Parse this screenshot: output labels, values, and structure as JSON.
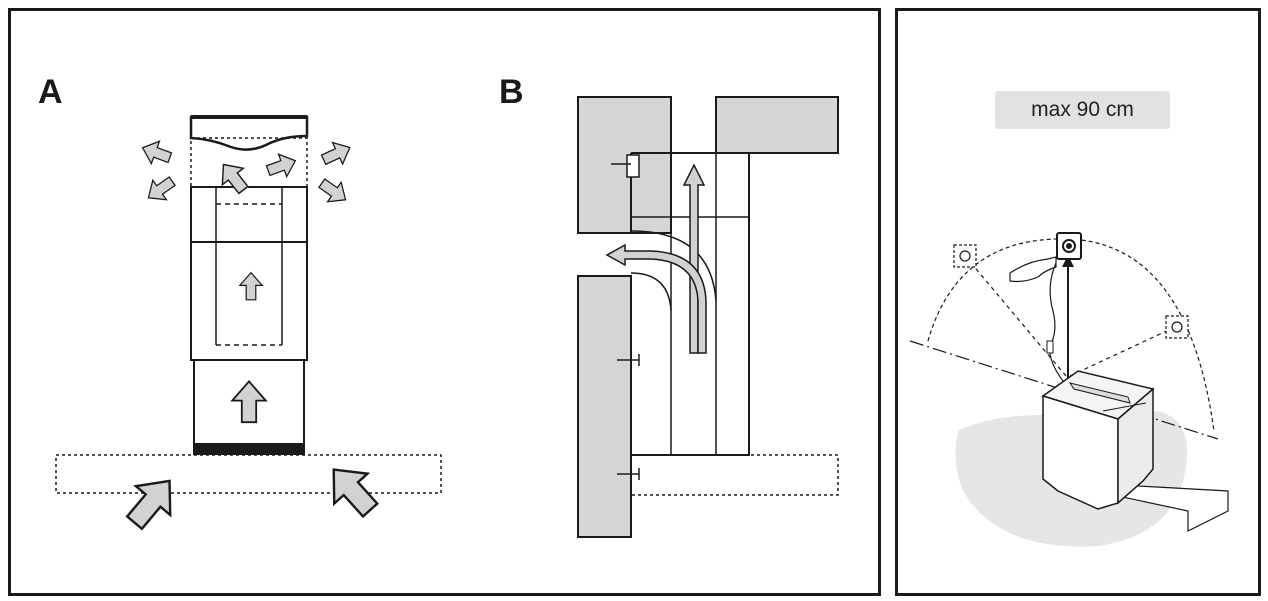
{
  "panel_a": {
    "label": "A"
  },
  "panel_b": {
    "label": "B"
  },
  "installation": {
    "max_distance": "max 90 cm"
  },
  "colors": {
    "outline": "#1a1a1a",
    "wall_fill": "#d6d6d6",
    "arrow_fill": "#d2d2d2",
    "badge_fill": "#e2e2e2",
    "shadow": "#e0e0e0"
  }
}
